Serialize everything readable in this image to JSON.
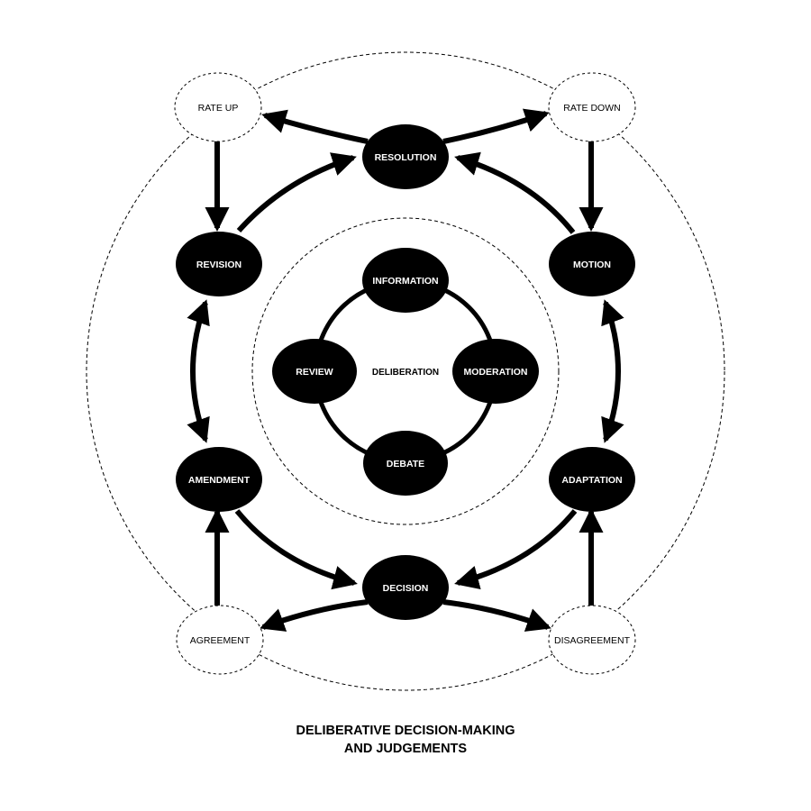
{
  "nodes": {
    "rate_up": "RATE UP",
    "rate_down": "RATE DOWN",
    "resolution": "RESOLUTION",
    "revision": "REVISION",
    "motion": "MOTION",
    "information": "INFORMATION",
    "review": "REVIEW",
    "deliberation": "DELIBERATION",
    "moderation": "MODERATION",
    "debate": "DEBATE",
    "amendment": "AMENDMENT",
    "adaptation": "ADAPTATION",
    "decision": "DECISION",
    "agreement": "AGREEMENT",
    "disagreement": "DISAGREEMENT"
  },
  "caption": {
    "line1": "DELIBERATIVE DECISION-MAKING",
    "line2": "AND JUDGEMENTS"
  },
  "colors": {
    "node_fill": "#000000",
    "node_text": "#ffffff",
    "background": "#ffffff"
  }
}
